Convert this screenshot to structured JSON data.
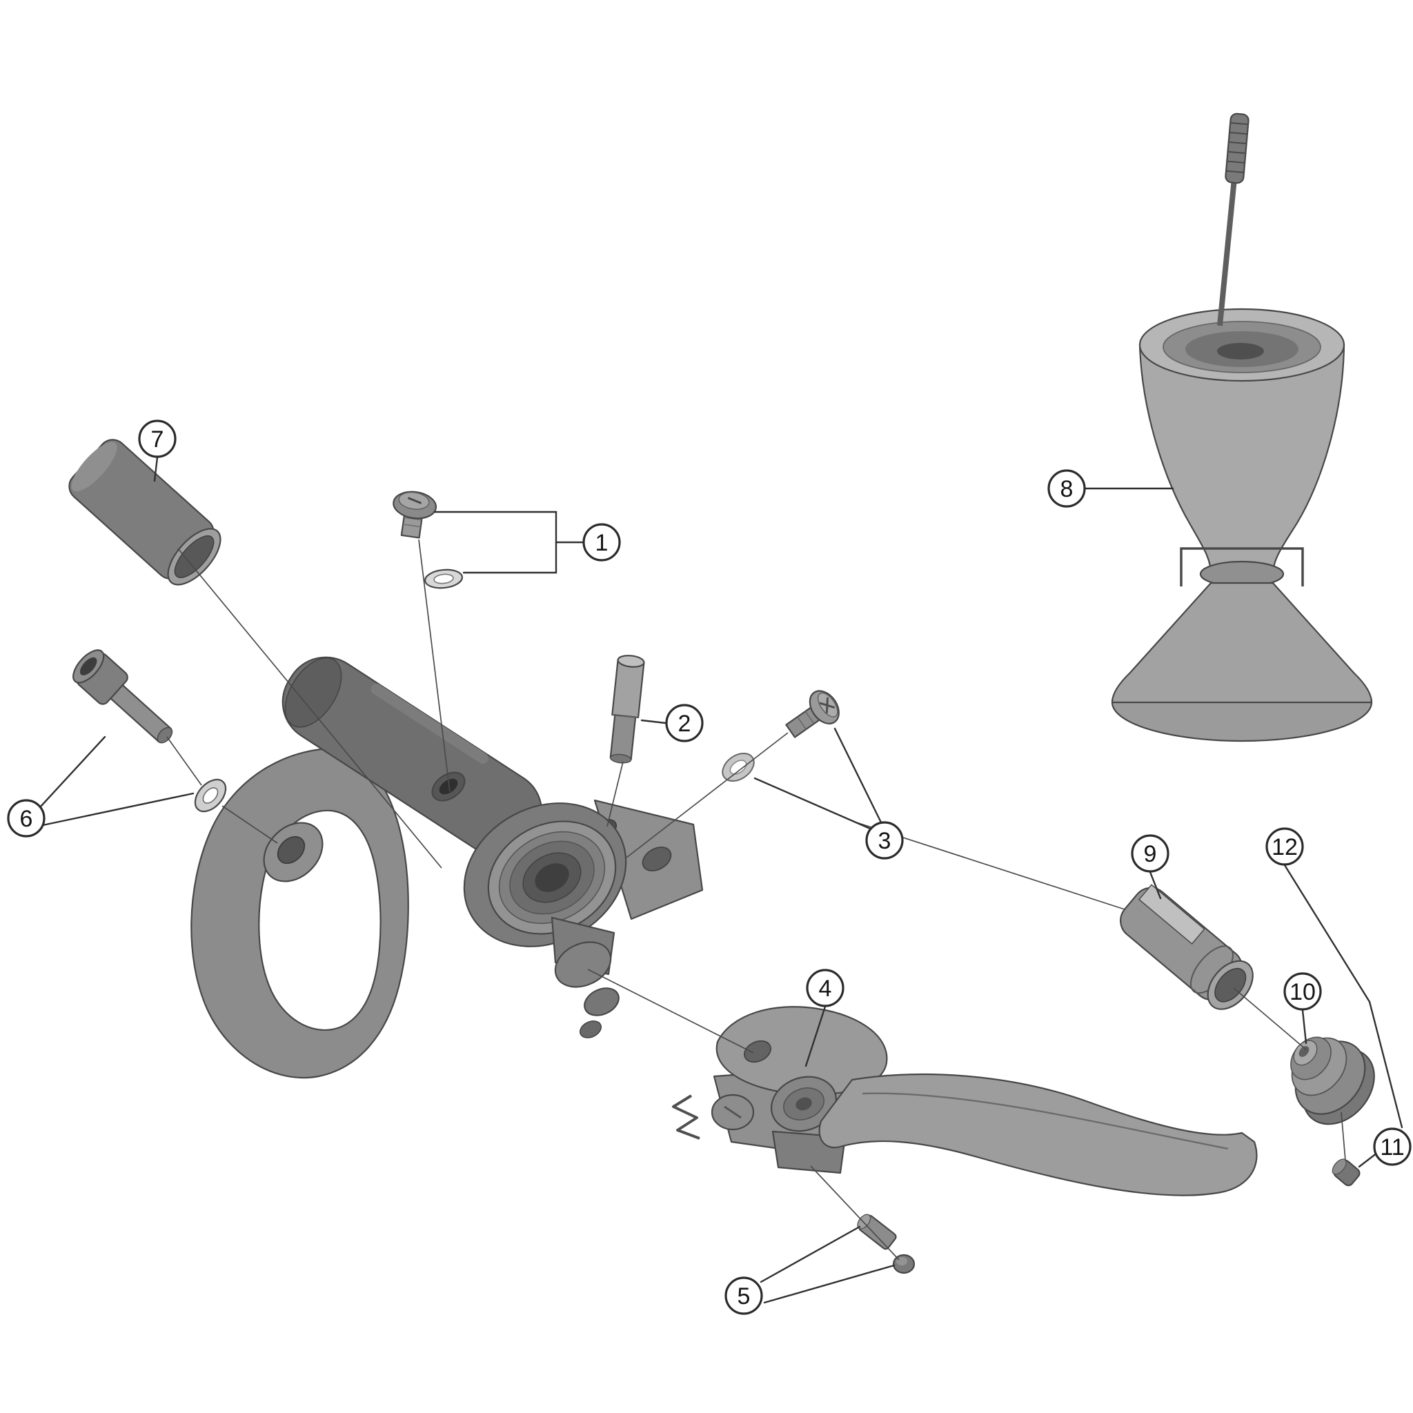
{
  "diagram": {
    "kind": "exploded-parts-diagram",
    "background_color": "#ffffff",
    "line_color": "#303030",
    "part_fill_grays": [
      "#5e5e5e",
      "#6f6f6f",
      "#8c8c8c",
      "#9c9c9c",
      "#b6b6b6",
      "#d8d8d8"
    ],
    "callout_style": {
      "fill": "#ffffff",
      "stroke": "#2b2b2b",
      "text_color": "#141414"
    },
    "callouts": [
      {
        "label": "1"
      },
      {
        "label": "2"
      },
      {
        "label": "3"
      },
      {
        "label": "4"
      },
      {
        "label": "5"
      },
      {
        "label": "6"
      },
      {
        "label": "7"
      },
      {
        "label": "8"
      },
      {
        "label": "9"
      },
      {
        "label": "10"
      },
      {
        "label": "11"
      },
      {
        "label": "12"
      }
    ]
  }
}
